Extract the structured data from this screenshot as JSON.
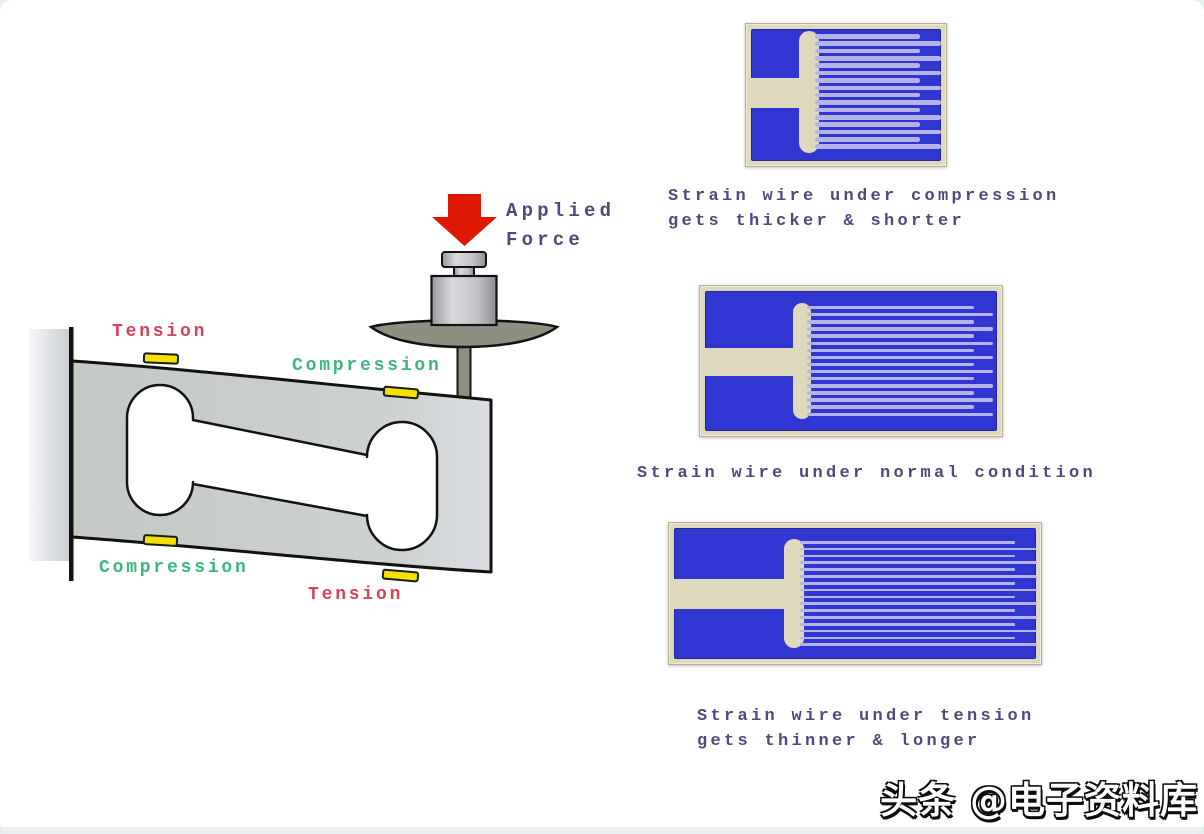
{
  "load_cell": {
    "applied_force": {
      "line1": "Applied",
      "line2": "Force"
    },
    "labels": {
      "top_left": "Tension",
      "top_right": "Compression",
      "bottom_left": "Compression",
      "bottom_right": "Tension"
    }
  },
  "strain_gauges": [
    {
      "name": "compression",
      "caption_line1": "Strain wire under compression",
      "caption_line2": "gets thicker & shorter",
      "wire_count": 16
    },
    {
      "name": "normal",
      "caption_line1": "Strain wire under normal condition",
      "caption_line2": "",
      "wire_count": 16
    },
    {
      "name": "tension",
      "caption_line1": "Strain wire under tension",
      "caption_line2": "gets thinner & longer",
      "wire_count": 16
    }
  ],
  "watermark": {
    "text": "头条 @电子资料库"
  },
  "colors": {
    "label_red": "#d84355",
    "label_green": "#3bb87c",
    "caption_navy": "#4e4a7c",
    "arrow_red": "#df1705",
    "gauge_blue": "#3036d2",
    "gauge_cream": "#ded9bc",
    "wire_lavender": "#b6b3e8",
    "strain_yellow": "#f3e104",
    "plate_olive": "#8e8e81"
  }
}
